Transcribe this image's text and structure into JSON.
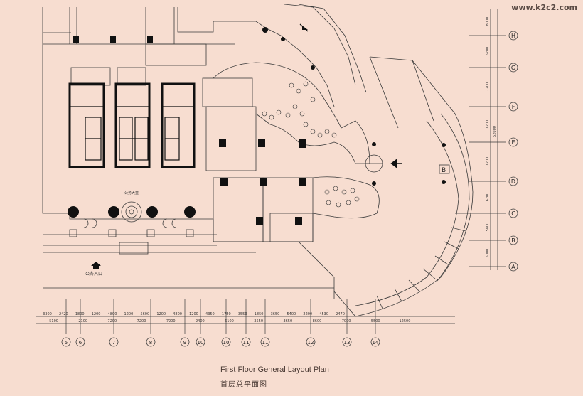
{
  "watermark": "www.k2c2.com",
  "caption": {
    "english": "First Floor General Layout Plan",
    "chinese": "首层总平面图"
  },
  "colors": {
    "background": "#f7ddd0",
    "line": "#3a3a3a",
    "wall": "#111111"
  },
  "room_labels": {
    "entrance": "公务入口",
    "lobby": "公务大堂"
  },
  "mark_b": "B",
  "right_grid": {
    "labels": [
      "H",
      "G",
      "F",
      "E",
      "D",
      "C",
      "B",
      "A"
    ],
    "dims": [
      "8000",
      "6200",
      "7200",
      "7200",
      "7200",
      "6200",
      "5800",
      "5000"
    ],
    "total": "52000"
  },
  "bottom_grid": {
    "dims_top": [
      "3300",
      "2420",
      "1800",
      "1200",
      "4800",
      "1200",
      "5600",
      "1200",
      "4800",
      "1200",
      "4350",
      "1750",
      "3550",
      "1850",
      "3650",
      "5400",
      "2200",
      "4530",
      "2470"
    ],
    "dims_bottom": [
      "5100",
      "2100",
      "7200",
      "7200",
      "7200",
      "2400",
      "6100",
      "3550",
      "3650",
      "8600",
      "7000",
      "5500",
      "12500"
    ],
    "axis_labels": [
      "5",
      "6",
      "7",
      "8",
      "9",
      "10",
      "10",
      "11",
      "11",
      "12",
      "13",
      "14"
    ]
  }
}
